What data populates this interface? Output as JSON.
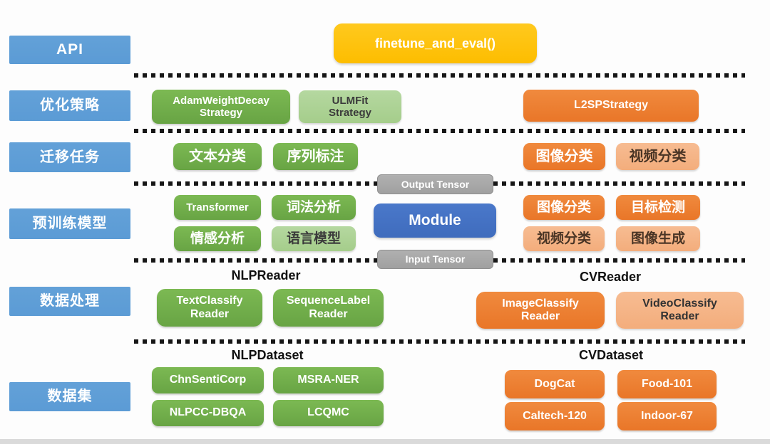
{
  "colors": {
    "sidebar_blue": "#5B9BD5",
    "api_yellow": "#FFC000",
    "nlp_green": "#70AD47",
    "nlp_light_green": "#A9D18E",
    "cv_orange": "#ED7D31",
    "cv_light_orange": "#F4B183",
    "module_blue": "#4472C4",
    "tensor_gray": "#A6A6A6",
    "dotted_line": "#161616"
  },
  "sidebar": {
    "api": "API",
    "strategy": "优化策略",
    "task": "迁移任务",
    "model": "预训练模型",
    "data_process": "数据处理",
    "dataset": "数据集"
  },
  "api_row": {
    "finetune_button": "finetune_and_eval()"
  },
  "strategy_row": {
    "adam_weight_decay": "AdamWeightDecay Strategy",
    "ulmfit": "ULMFit Strategy",
    "l2sp": "L2SPStrategy"
  },
  "task_row": {
    "text_classification": "文本分类",
    "sequence_labeling": "序列标注",
    "image_classification": "图像分类",
    "video_classification": "视频分类"
  },
  "model_row": {
    "transformer": "Transformer",
    "lexical_analysis": "词法分析",
    "sentiment_analysis": "情感分析",
    "language_model": "语言模型",
    "image_classification": "图像分类",
    "object_detection": "目标检测",
    "video_classification": "视频分类",
    "image_generation": "图像生成"
  },
  "module_stack": {
    "output_tensor": "Output Tensor",
    "module": "Module",
    "input_tensor": "Input Tensor"
  },
  "reader_row": {
    "nlp_header": "NLPReader",
    "cv_header": "CVReader",
    "text_classify": "TextClassify Reader",
    "sequence_label": "SequenceLabel Reader",
    "image_classify": "ImageClassify Reader",
    "video_classify": "VideoClassify Reader"
  },
  "dataset_row": {
    "nlp_header": "NLPDataset",
    "cv_header": "CVDataset",
    "chnsenticorp": "ChnSentiCorp",
    "msra_ner": "MSRA-NER",
    "nlpcc_dbqa": "NLPCC-DBQA",
    "lcqmc": "LCQMC",
    "dogcat": "DogCat",
    "food101": "Food-101",
    "caltech120": "Caltech-120",
    "indoor67": "Indoor-67"
  }
}
